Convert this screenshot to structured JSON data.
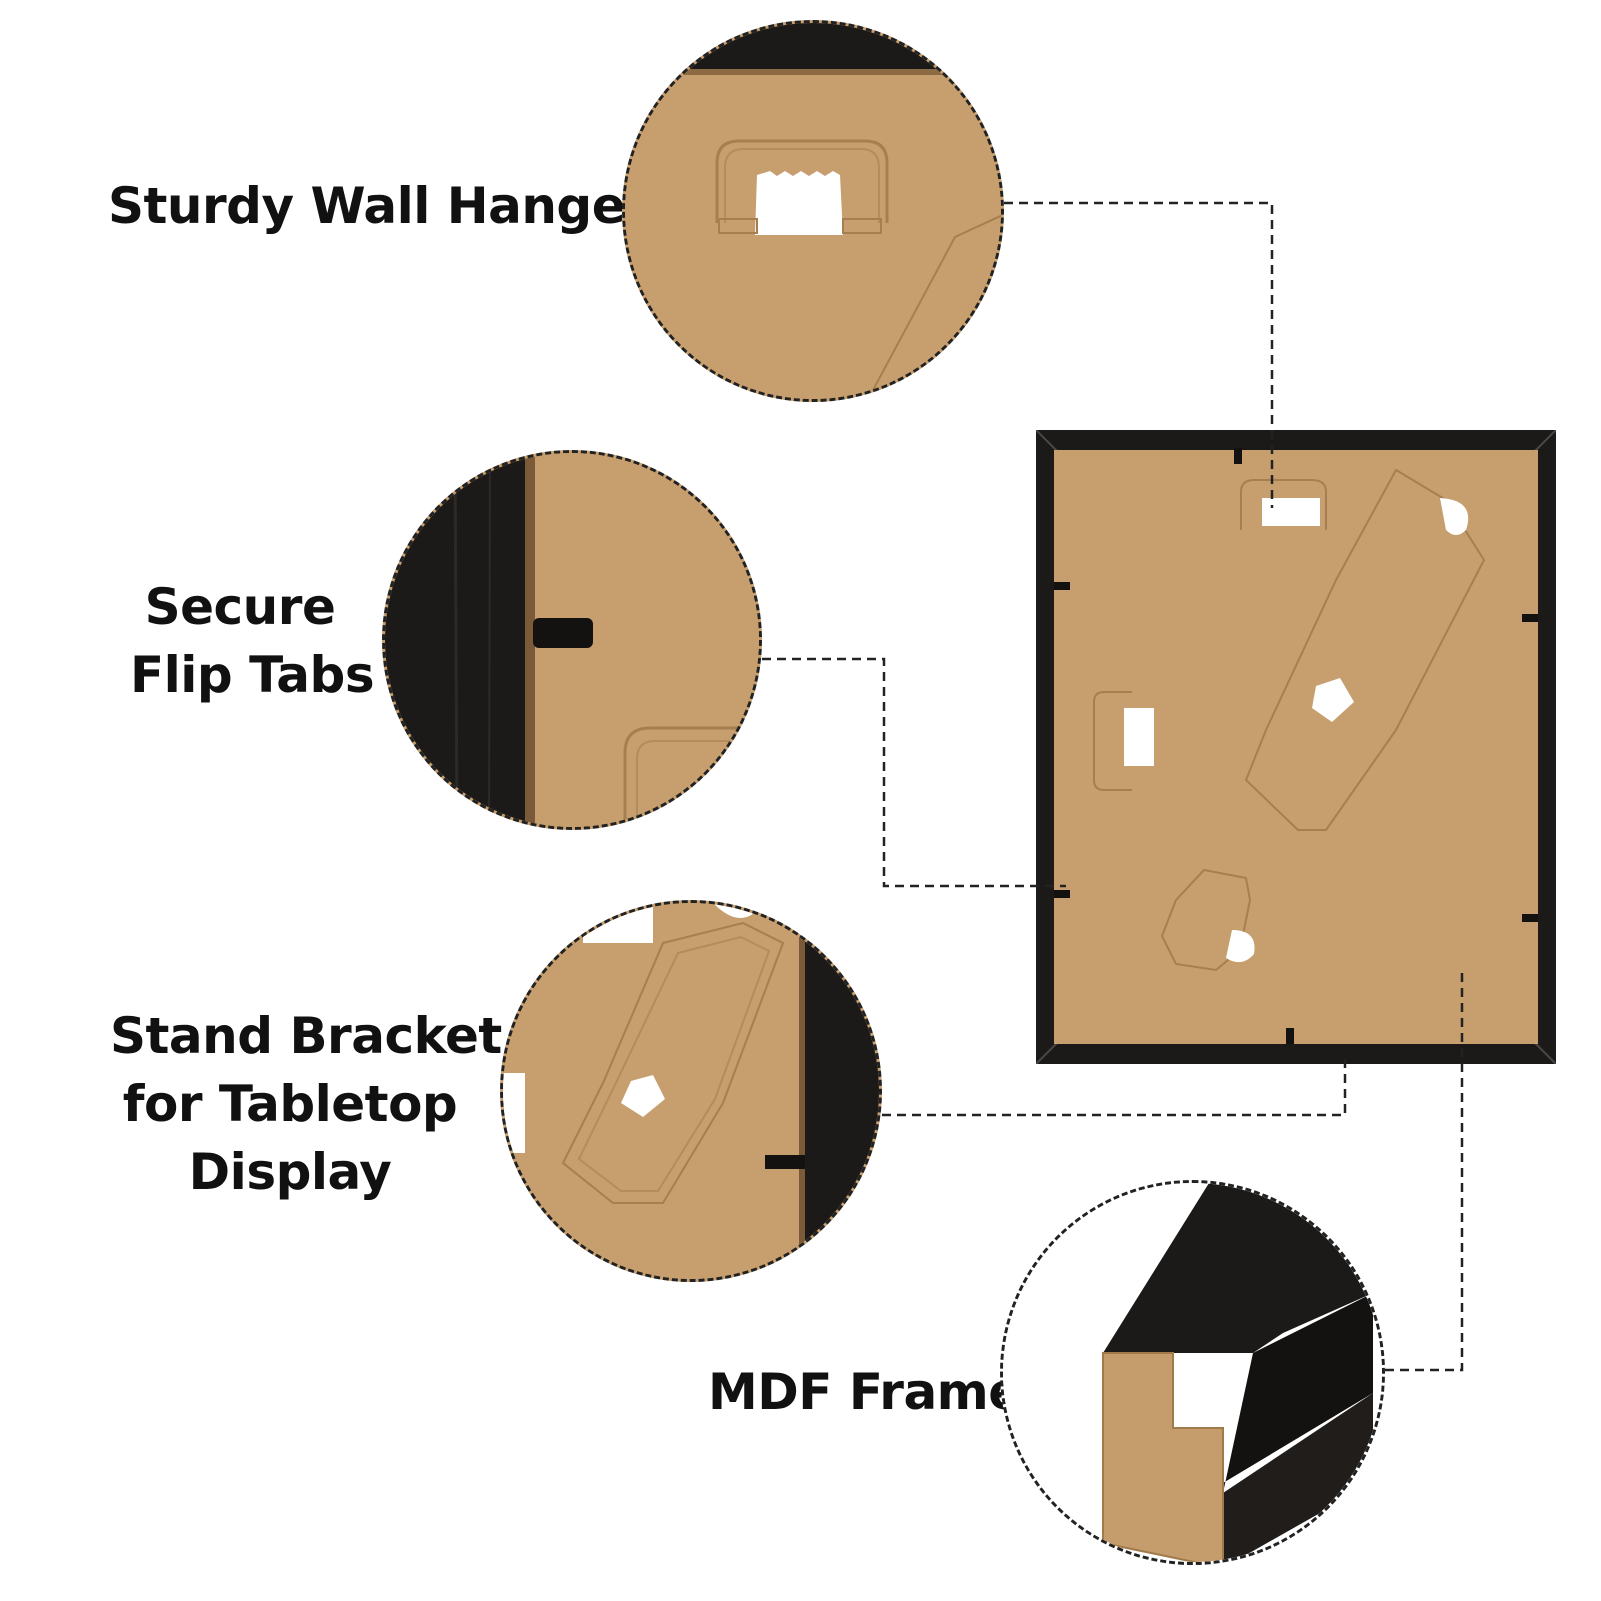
{
  "features": {
    "wall_hanger": {
      "lines": [
        "Sturdy Wall Hanger"
      ]
    },
    "flip_tabs": {
      "lines": [
        "Secure",
        "Flip Tabs"
      ]
    },
    "stand_bracket": {
      "lines": [
        "Stand Bracket",
        "for Tabletop",
        "Display"
      ]
    },
    "mdf_frame": {
      "lines": [
        "MDF Frame"
      ]
    }
  },
  "colors": {
    "kraft": "#c79f6e",
    "frame_black": "#1c1a19",
    "text": "#111111",
    "leader": "#222222"
  }
}
